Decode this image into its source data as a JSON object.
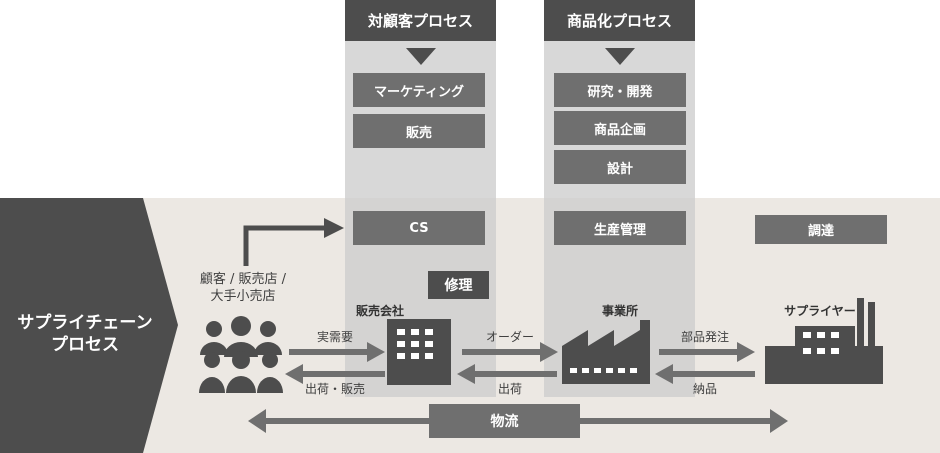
{
  "columns": {
    "customer": {
      "header": "対顧客プロセス",
      "boxes": [
        "マーケティング",
        "販売"
      ],
      "cs": "CS"
    },
    "product": {
      "header": "商品化プロセス",
      "boxes": [
        "研究・開発",
        "商品企画",
        "設計"
      ],
      "production": "生産管理"
    }
  },
  "procurement": "調達",
  "supply_chain_label": [
    "サプライチェーン",
    "プロセス"
  ],
  "entities": {
    "customers": [
      "顧客 / 販売店 /",
      "大手小売店"
    ],
    "sales_company": "販売会社",
    "repair": "修理",
    "office": "事業所",
    "supplier": "サプライヤー"
  },
  "flows": {
    "demand": "実需要",
    "ship_sell": "出荷・販売",
    "order": "オーダー",
    "shipment": "出荷",
    "parts_order": "部品発注",
    "delivery": "納品",
    "logistics": "物流"
  },
  "colors": {
    "dark": "#4d4d4d",
    "box": "#6f6f6f",
    "band": "#ece8e3",
    "column": "#cdcdcd"
  }
}
